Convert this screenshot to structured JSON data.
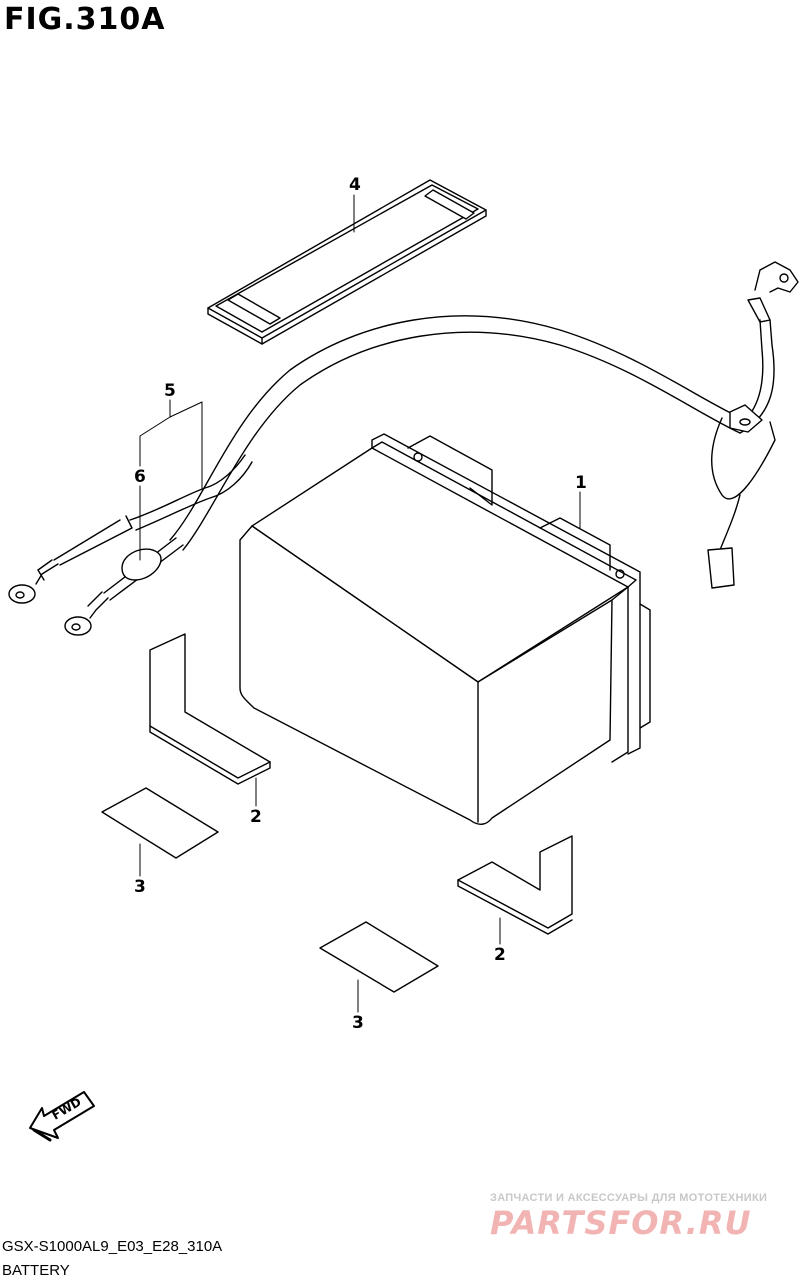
{
  "figure": {
    "title": "FIG.310A",
    "model_code": "GSX-S1000AL9_E03_E28_310A",
    "name": "BATTERY"
  },
  "callouts": {
    "c1": "1",
    "c2a": "2",
    "c2b": "2",
    "c3a": "3",
    "c3b": "3",
    "c4": "4",
    "c5": "5",
    "c6": "6"
  },
  "fwd_label": "FWD",
  "watermark": {
    "tagline": "ЗАПЧАСТИ И АКСЕССУАРЫ ДЛЯ МОТОТЕХНИКИ",
    "logo": "PARTSFOR.RU"
  },
  "colors": {
    "line": "#000000",
    "watermark_logo": "#f2b3b3"
  }
}
